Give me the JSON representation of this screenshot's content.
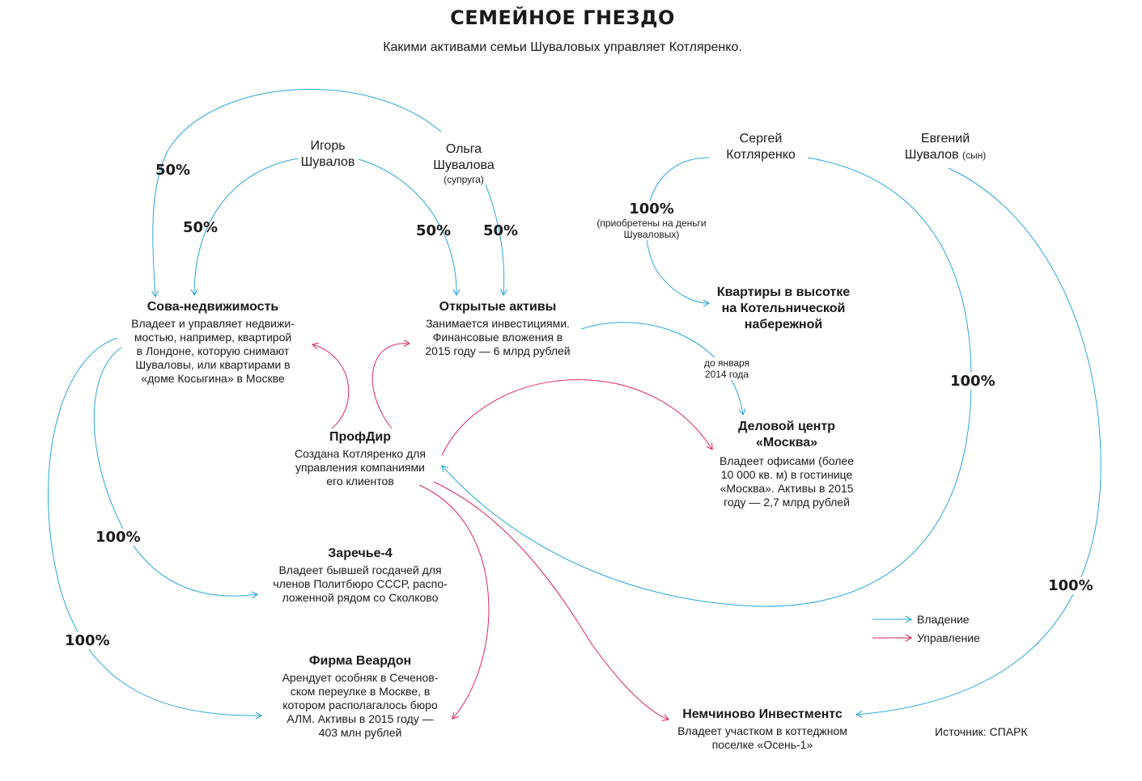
{
  "title": "СЕМЕЙНОЕ ГНЕЗДО",
  "subtitle": "Какими активами семьи Шуваловых управляет Котляренко.",
  "colors": {
    "ownership": "#2aa6dc",
    "management": "#dc2a5a"
  },
  "people": {
    "igor": "Игорь\nШувалов",
    "olga": "Ольга\nШувалова",
    "olga_note": "(супруга)",
    "sergey": "Сергей\nКотляренко",
    "evgeny": "Евгений\nШувалов",
    "evgeny_note": "(сын)"
  },
  "nodes": {
    "sova": {
      "title": "Сова-недвижимость",
      "desc": "Владеет и управляет недвижи-\nмостью, например, квартирой\nв Лондоне, которую снимают\nШуваловы, или квартирами в\n«доме Косыгина» в Москве"
    },
    "open": {
      "title": "Открытые активы",
      "desc": "Занимается инвестициями.\nФинансовые вложения в\n2015 году — 6 млрд рублей"
    },
    "apts": {
      "title": "Квартиры в высотке\nна Котельнической\nнабережной"
    },
    "profdir": {
      "title": "ПрофДир",
      "desc": "Создана Котляренко для\nуправления компаниями\nего клиентов"
    },
    "moscow": {
      "title": "Деловой центр\n«Москва»",
      "desc": "Владеет офисами (более\n10 000 кв. м) в гостинице\n«Москва». Активы в 2015\nгоду — 2,7 млрд рублей"
    },
    "zarechye": {
      "title": "Заречье-4",
      "desc": "Владеет бывшей госдачей для\nчленов Политбюро СССР, распо-\nложенной рядом со Сколково"
    },
    "veardon": {
      "title": "Фирма Веардон",
      "desc": "Арендует особняк в Сеченов-\nском переулке в Москве, в\nкотором располагалось бюро\nАЛМ. Активы в 2015 году —\n403 млн рублей"
    },
    "nemchinovo": {
      "title": "Немчиново Инвестментс",
      "desc": "Владеет участком в коттеджном\nпоселке «Осень-1»"
    }
  },
  "labels": {
    "pct_olga_sova": "50%",
    "pct_igor_sova": "50%",
    "pct_igor_open": "50%",
    "pct_olga_open": "50%",
    "pct_sergey_apts": "100%",
    "apts_note": "(приобретены на деньги\nШуваловых)",
    "pct_sergey_profdir": "100%",
    "pct_sova_zarechye": "100%",
    "pct_sova_veardon": "100%",
    "pct_evgeny_nemchinovo": "100%",
    "open_moscow_note": "до января\n2014 года"
  },
  "legend": {
    "ownership": "Владение",
    "management": "Управление"
  },
  "source": "Источник: СПАРК"
}
